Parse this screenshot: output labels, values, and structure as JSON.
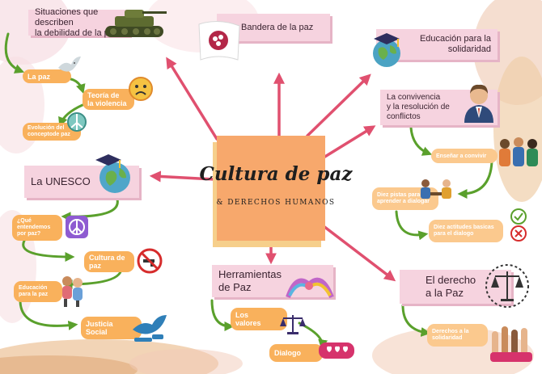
{
  "title": {
    "main": "Cultura de paz",
    "sub": "& DERECHOS HUMANOS"
  },
  "branches": {
    "situaciones": {
      "line1": "Situaciones que describen",
      "line2": "la debilidad de la paz"
    },
    "bandera": "Bandera de la paz",
    "educacion": {
      "line1": "Educación para la",
      "line2": "solidaridad"
    },
    "convivencia": {
      "line1": "La convivencia",
      "line2": "y la resolución de",
      "line3": "conflictos"
    },
    "unesco": "La UNESCO",
    "herramientas": {
      "line1": "Herramientas",
      "line2": "de Paz"
    },
    "derecho": {
      "line1": "El derecho",
      "line2": "a la  Paz"
    }
  },
  "leaves": {
    "la_paz": "La paz",
    "teoria": {
      "line1": "Teoría de",
      "line2": "la violencia"
    },
    "evolucion": {
      "line1": "Evolución del",
      "line2": "conceptode paz"
    },
    "que_entendemos": {
      "line1": "¿Qué",
      "line2": "entendemos",
      "line3": "por paz?"
    },
    "cultura": {
      "line1": "Cultura de",
      "line2": "paz"
    },
    "educacion_paz": {
      "line1": "Educación",
      "line2": "para la paz"
    },
    "justicia": {
      "line1": "Justicia",
      "line2": "Social"
    },
    "ensenar": "Enseñar a convivir",
    "diez_pistas": {
      "line1": "Diez pistas para",
      "line2": "aprender a dialogar"
    },
    "diez_actitudes": {
      "line1": "Diez actitudes basicas",
      "line2": "para el dialogo"
    },
    "valores": {
      "line1": "Los",
      "line2": "valores"
    },
    "dialogo": "Dialogo",
    "derechos_solidaridad": {
      "line1": "Derechos a la",
      "line2": "solidaridad"
    }
  },
  "colors": {
    "pink_box": "#f6d3df",
    "orange_box": "#f9b15c",
    "center": "#f7a86c",
    "arrow": "#e0506f",
    "green": "#5aa02c"
  },
  "icons": [
    "tank-icon",
    "peace-flag-icon",
    "graduation-globe-icon",
    "businessman-icon",
    "dove-icon",
    "sad-face-icon",
    "peace-ribbon-icon",
    "peace-sign-icon",
    "no-weapons-icon",
    "hugging-kids-icon",
    "dove-gavel-icon",
    "unity-hands-icon",
    "scales-icon",
    "hearts-chat-icon",
    "students-icon",
    "dialogue-icon",
    "check-cross-icon",
    "justice-scale-icon",
    "raised-hands-icon"
  ]
}
